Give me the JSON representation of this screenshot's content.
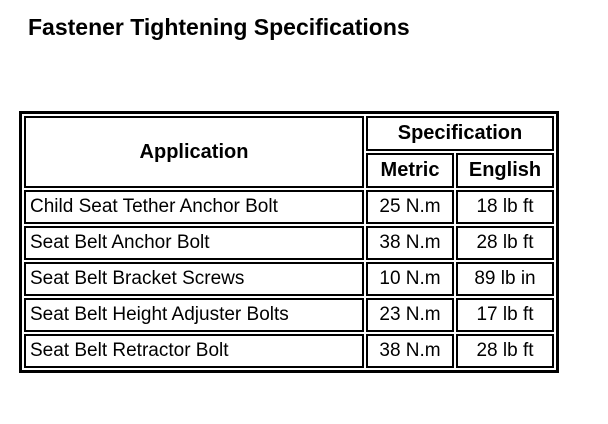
{
  "page": {
    "title": "Fastener Tightening Specifications"
  },
  "table": {
    "headers": {
      "application": "Application",
      "specification": "Specification",
      "metric": "Metric",
      "english": "English"
    },
    "rows": [
      {
        "application": "Child Seat Tether Anchor Bolt",
        "metric": "25 N.m",
        "english": "18 lb ft"
      },
      {
        "application": "Seat Belt Anchor Bolt",
        "metric": "38 N.m",
        "english": "28 lb ft"
      },
      {
        "application": "Seat Belt Bracket Screws",
        "metric": "10 N.m",
        "english": "89 lb in"
      },
      {
        "application": "Seat Belt Height Adjuster Bolts",
        "metric": "23 N.m",
        "english": "17 lb ft"
      },
      {
        "application": "Seat Belt Retractor Bolt",
        "metric": "38 N.m",
        "english": "28 lb ft"
      }
    ]
  },
  "colors": {
    "background": "#ffffff",
    "border": "#000000",
    "text": "#000000"
  }
}
